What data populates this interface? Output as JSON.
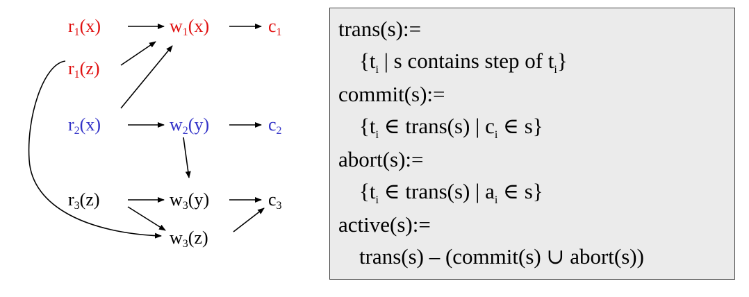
{
  "diagram": {
    "colors": {
      "t1": "#e01010",
      "t2": "#3333c8",
      "t3": "#000000"
    },
    "nodes": {
      "r1x": {
        "base": "r",
        "sub": "1",
        "arg": "(x)"
      },
      "w1x": {
        "base": "w",
        "sub": "1",
        "arg": "(x)"
      },
      "c1": {
        "base": "c",
        "sub": "1",
        "arg": ""
      },
      "r1z": {
        "base": "r",
        "sub": "1",
        "arg": "(z)"
      },
      "r2x": {
        "base": "r",
        "sub": "2",
        "arg": "(x)"
      },
      "w2y": {
        "base": "w",
        "sub": "2",
        "arg": "(y)"
      },
      "c2": {
        "base": "c",
        "sub": "2",
        "arg": ""
      },
      "r3z": {
        "base": "r",
        "sub": "3",
        "arg": "(z)"
      },
      "w3y": {
        "base": "w",
        "sub": "3",
        "arg": "(y)"
      },
      "c3": {
        "base": "c",
        "sub": "3",
        "arg": ""
      },
      "w3z": {
        "base": "w",
        "sub": "3",
        "arg": "(z)"
      }
    },
    "edges": [
      {
        "from": "r1x",
        "to": "w1x"
      },
      {
        "from": "w1x",
        "to": "c1"
      },
      {
        "from": "r1z",
        "to": "w1x"
      },
      {
        "from": "r2x",
        "to": "w1x"
      },
      {
        "from": "r2x",
        "to": "w2y"
      },
      {
        "from": "w2y",
        "to": "c2"
      },
      {
        "from": "w2y",
        "to": "w3y"
      },
      {
        "from": "r3z",
        "to": "w3y"
      },
      {
        "from": "w3y",
        "to": "c3"
      },
      {
        "from": "r3z",
        "to": "w3z"
      },
      {
        "from": "w3z",
        "to": "c3"
      },
      {
        "from": "r1z",
        "to": "w3z"
      }
    ]
  },
  "definitions": {
    "trans_head": "trans(s):=",
    "trans_body_a": "{t",
    "trans_body_sub": "i",
    "trans_body_b": " | s contains step of t",
    "trans_body_sub2": "i",
    "trans_body_c": "}",
    "commit_head": "commit(s):=",
    "commit_body_a": "{t",
    "commit_body_sub": "i",
    "commit_body_b": " ∈ trans(s) | c",
    "commit_body_sub2": "i",
    "commit_body_c": " ∈ s}",
    "abort_head": "abort(s):=",
    "abort_body_a": "{t",
    "abort_body_sub": "i",
    "abort_body_b": " ∈ trans(s) | a",
    "abort_body_sub2": "i",
    "abort_body_c": " ∈ s}",
    "active_head": "active(s):=",
    "active_body": "trans(s) – (commit(s) ∪ abort(s))"
  }
}
